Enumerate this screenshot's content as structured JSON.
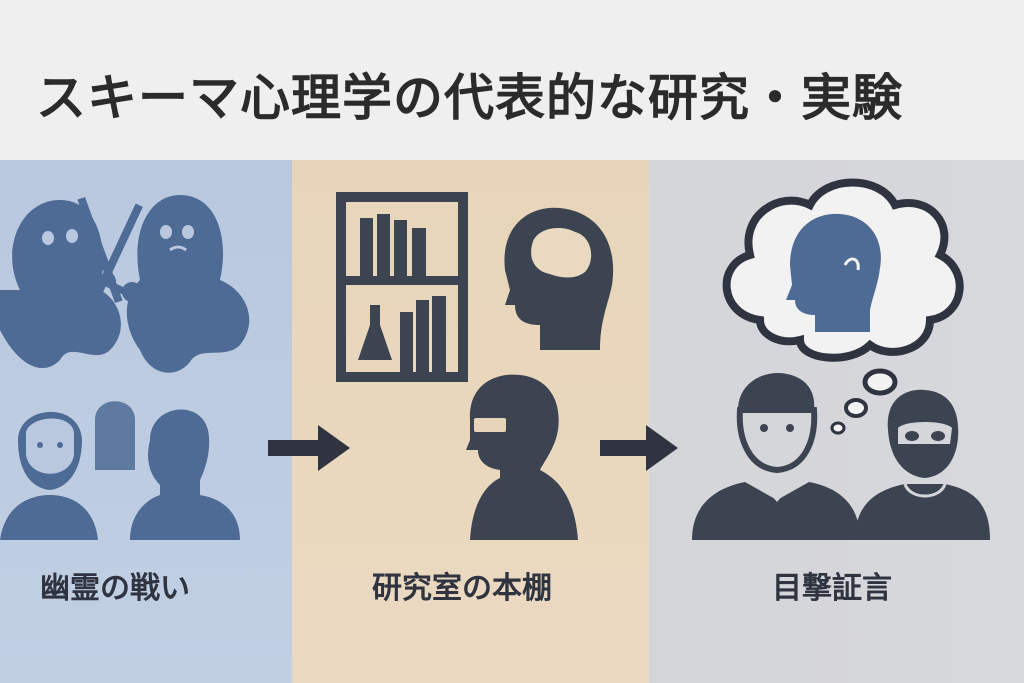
{
  "title": "スキーマ心理学の代表的な研究・実験",
  "panels": [
    {
      "label": "幽霊の戦い",
      "icon": "ghosts-fighting-icon"
    },
    {
      "label": "研究室の本棚",
      "icon": "bookshelf-head-icon"
    },
    {
      "label": "目撃証言",
      "icon": "eyewitness-icon"
    }
  ],
  "colors": {
    "panel1": "#b9c8df",
    "panel2": "#e8d5b9",
    "panel3": "#d4d5d9",
    "icon_blue": "#4d6b94",
    "icon_dark": "#3d4451"
  }
}
